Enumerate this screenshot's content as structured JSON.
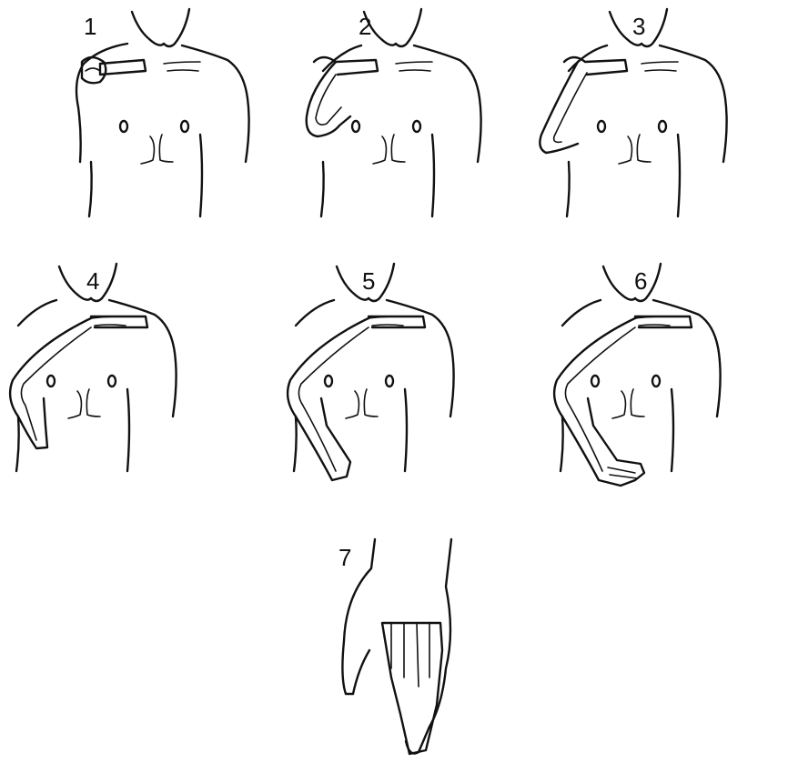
{
  "figure": {
    "panels": [
      {
        "label": "1",
        "stage": 1
      },
      {
        "label": "2",
        "stage": 2
      },
      {
        "label": "3",
        "stage": 3
      },
      {
        "label": "4",
        "stage": 4
      },
      {
        "label": "5",
        "stage": 5
      },
      {
        "label": "6",
        "stage": 6
      },
      {
        "label": "7",
        "stage": 7
      }
    ]
  },
  "colors": {
    "ink": "#111111",
    "background": "#ffffff"
  }
}
